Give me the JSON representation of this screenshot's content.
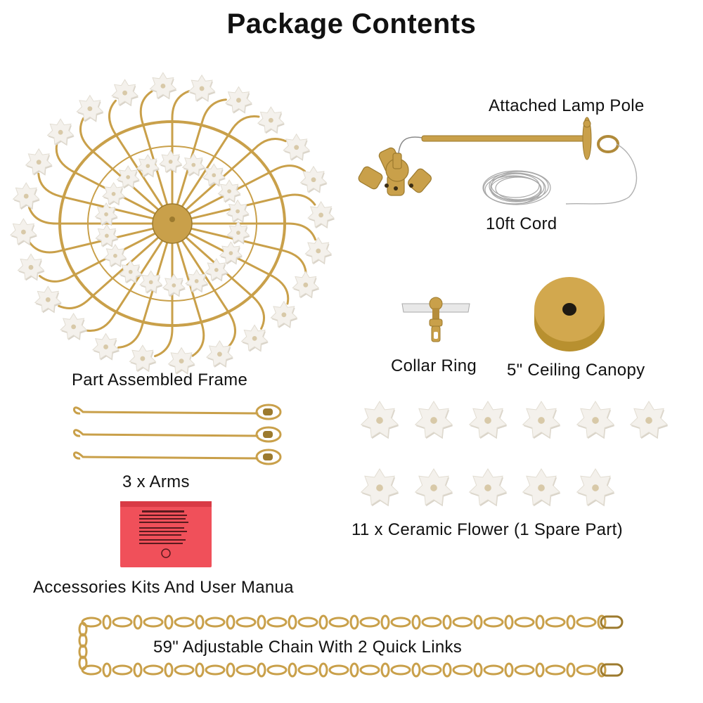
{
  "page": {
    "title": "Package Contents"
  },
  "items": {
    "frame": {
      "label": "Part Assembled Frame",
      "icon": "chandelier-frame-icon"
    },
    "lamp_pole": {
      "label": "Attached Lamp Pole",
      "icon": "lamp-pole-icon"
    },
    "cord": {
      "label": "10ft Cord",
      "icon": "coiled-cord-icon"
    },
    "collar_ring": {
      "label": "Collar Ring",
      "icon": "collar-ring-icon"
    },
    "canopy": {
      "label": "5\" Ceiling Canopy",
      "icon": "ceiling-canopy-icon"
    },
    "arms": {
      "label": "3 x Arms",
      "icon": "arm-rod-icon",
      "count": 3
    },
    "flowers": {
      "label": "11 x Ceramic Flower (1 Spare Part)",
      "icon": "ceramic-flower-icon",
      "count": 11
    },
    "accessories": {
      "label": "Accessories Kits And User Manua",
      "icon": "accessory-bag-icon"
    },
    "chain": {
      "label": "59\" Adjustable Chain With 2 Quick Links",
      "icon": "chain-icon"
    }
  },
  "colors": {
    "brass": "#c9a04a",
    "brass_dark": "#9c7a2e",
    "flower": "#f4f1ec",
    "flower_shadow": "#d9d3c8",
    "bag": "#f0505a",
    "text": "#111111"
  }
}
